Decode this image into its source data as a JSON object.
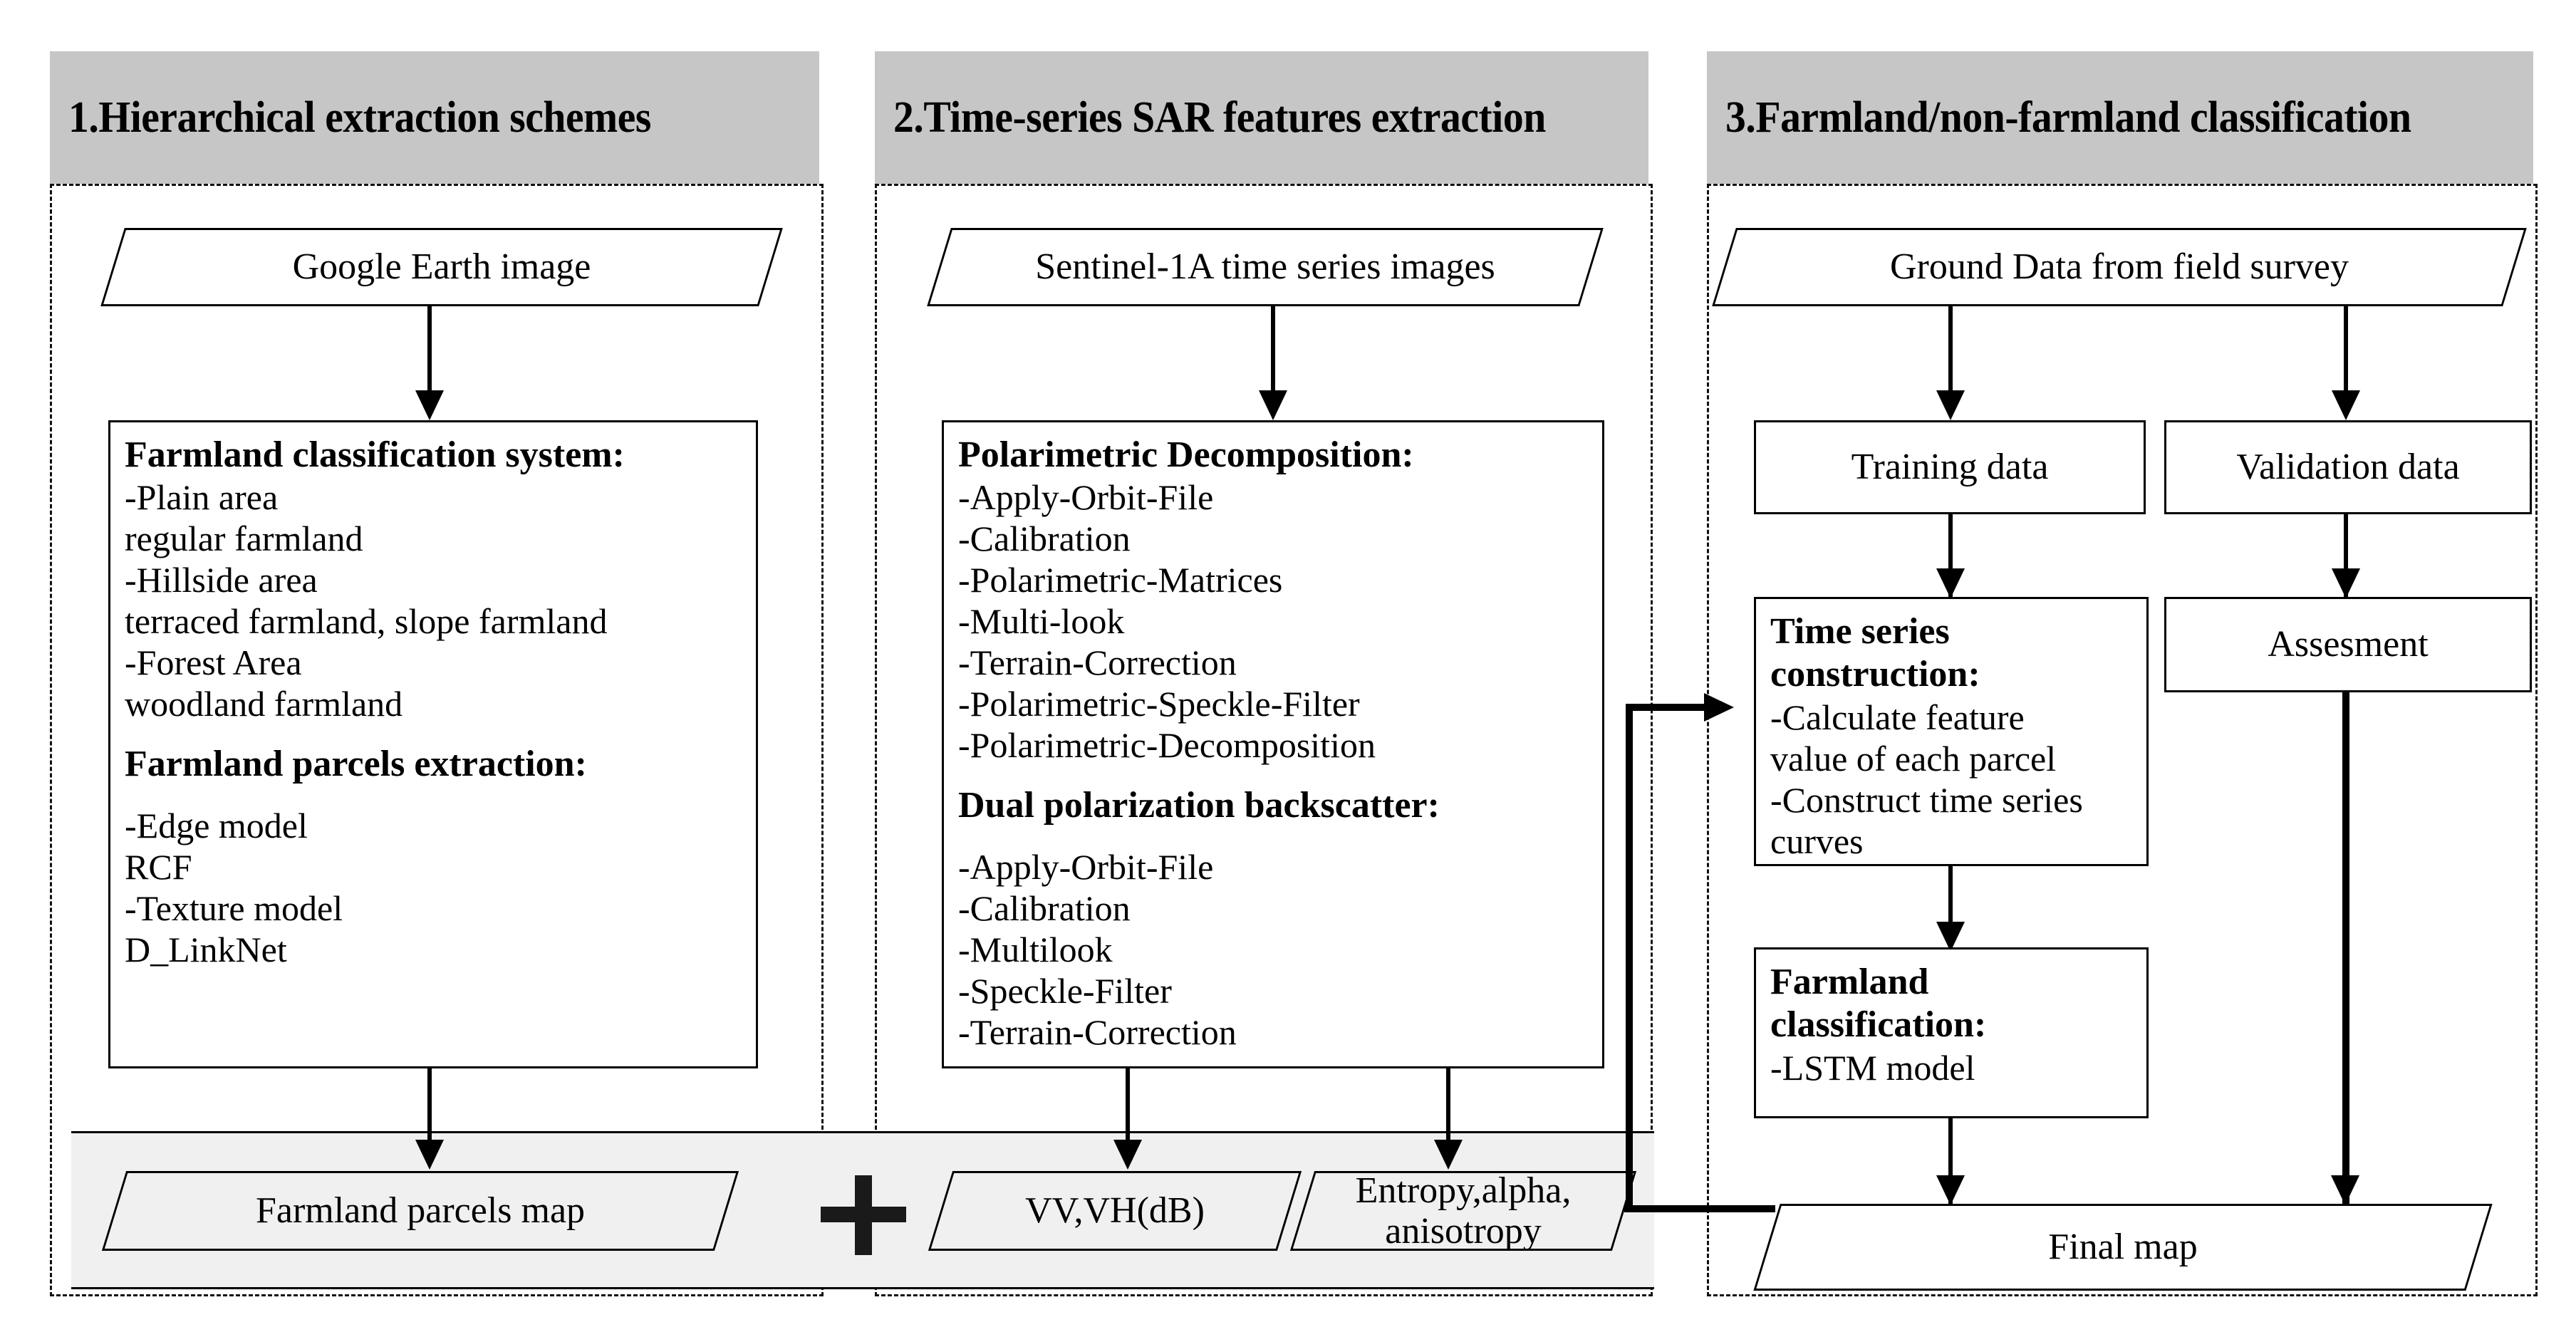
{
  "figure": {
    "type": "flowchart",
    "title": "Farmland extraction and classification workflow"
  },
  "columns": [
    {
      "id": "col1",
      "header": "1.Hierarchical extraction schemes"
    },
    {
      "id": "col2",
      "header": "2.Time-series SAR features extraction"
    },
    {
      "id": "col3",
      "header": "3.Farmland/non-farmland classification"
    }
  ],
  "col1": {
    "input": "Google Earth image",
    "spec": {
      "block1": {
        "title": "Farmland classification system:",
        "lines": [
          "-Plain area",
          "  regular farmland",
          "-Hillside area",
          "  terraced farmland, slope farmland",
          "-Forest  Area",
          "  woodland farmland"
        ]
      },
      "block2": {
        "title": "Farmland parcels extraction:",
        "lines": [
          "-Edge model",
          "  RCF",
          "-Texture model",
          "  D_LinkNet"
        ]
      }
    },
    "output": "Farmland parcels map"
  },
  "col2": {
    "input": "Sentinel-1A time series images",
    "spec": {
      "block1": {
        "title": "Polarimetric Decomposition:",
        "lines": [
          "-Apply-Orbit-File",
          "-Calibration",
          "-Polarimetric-Matrices",
          "-Multi-look",
          "-Terrain-Correction",
          "-Polarimetric-Speckle-Filter",
          "-Polarimetric-Decomposition"
        ]
      },
      "block2": {
        "title": "Dual polarization backscatter:",
        "lines": [
          "-Apply-Orbit-File",
          "-Calibration",
          "-Multilook",
          "-Speckle-Filter",
          "-Terrain-Correction"
        ]
      }
    },
    "outputs": [
      {
        "label": "VV,VH(dB)"
      },
      {
        "label_line1": "Entropy,alpha,",
        "label_line2": "anisotropy"
      }
    ]
  },
  "col3": {
    "input": "Ground Data from field survey",
    "training": "Training data",
    "validation": "Validation data",
    "timeseries": {
      "title_line1": "Time series",
      "title_line2": "construction:",
      "lines": [
        "-Calculate  feature",
        "  value of each parcel",
        "-Construct time series",
        "  curves"
      ]
    },
    "assessment": "Assesment",
    "classification": {
      "title_line1": "Farmland",
      "title_line2": "classification:",
      "lines": [
        "-LSTM model"
      ]
    },
    "output": "Final map"
  },
  "operators": {
    "merge_plus": "+"
  },
  "colors": {
    "header_bg": "#c6c6c6",
    "band_bg": "#f0f0f0",
    "line": "#000000",
    "page_bg": "#ffffff"
  }
}
